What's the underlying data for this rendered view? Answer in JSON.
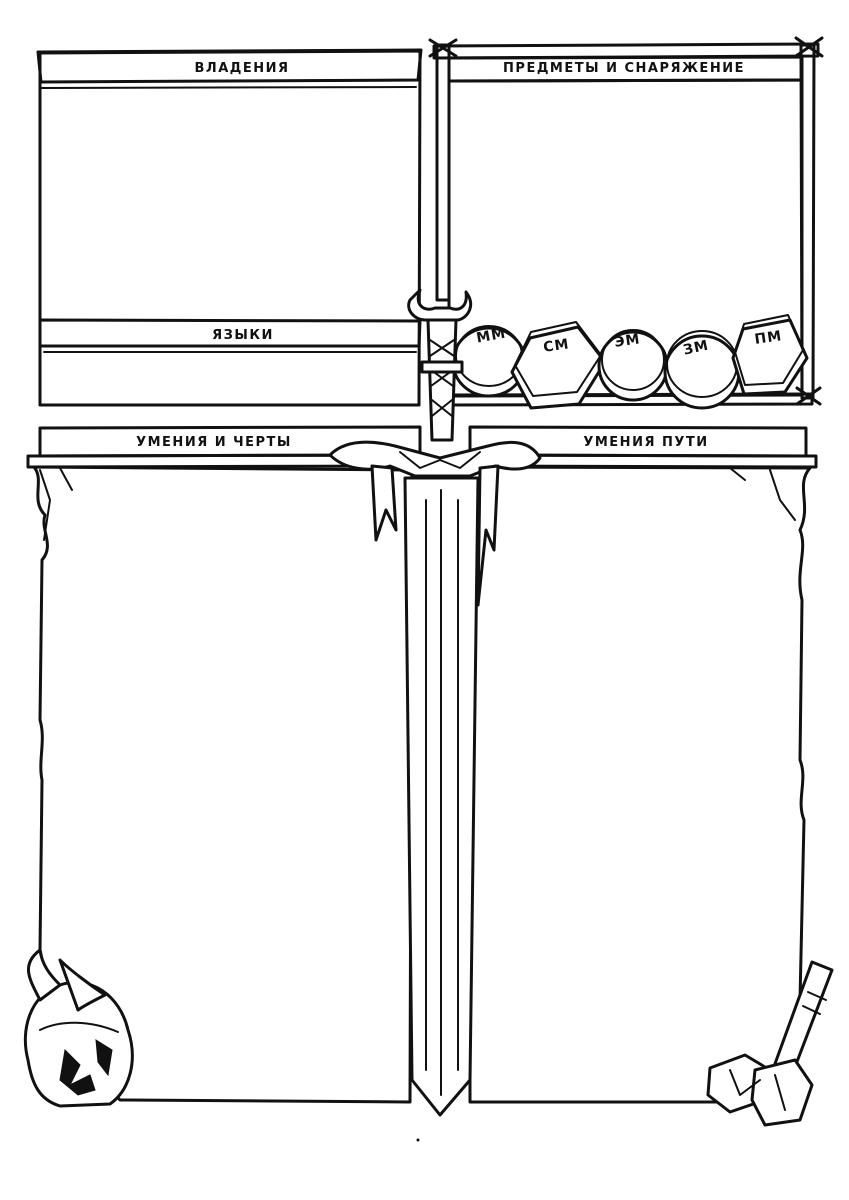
{
  "sections": {
    "proficiencies": {
      "title": "ВЛАДЕНИЯ"
    },
    "languages": {
      "title": "ЯЗЫКИ"
    },
    "equipment": {
      "title": "ПРЕДМЕТЫ И СНАРЯЖЕНИЕ"
    },
    "skills_traits": {
      "title": "УМЕНИЯ И ЧЕРТЫ"
    },
    "path_skills": {
      "title": "УМЕНИЯ ПУТИ"
    }
  },
  "coins": [
    {
      "label": "ММ"
    },
    {
      "label": "СМ"
    },
    {
      "label": "ЭМ"
    },
    {
      "label": "ЗМ"
    },
    {
      "label": "ПМ"
    }
  ],
  "decorations": {
    "center": "sword-icon",
    "bottom_left": "helmet-icon",
    "bottom_right": "hammer-icon"
  }
}
